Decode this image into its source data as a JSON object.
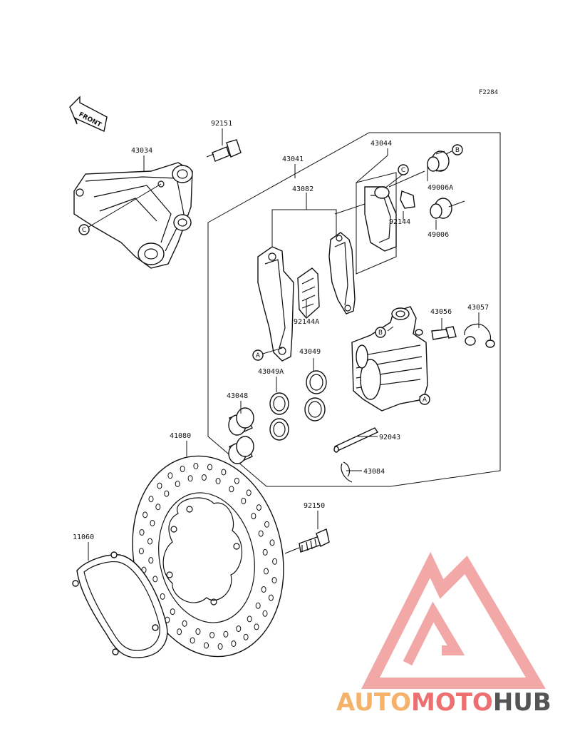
{
  "figure_code": "F2284",
  "front_label": "FRONT",
  "parts": {
    "p92151": "92151",
    "p43034": "43034",
    "p43041": "43041",
    "p43082": "43082",
    "p43044": "43044",
    "p49006A": "49006A",
    "p92144": "92144",
    "p49006": "49006",
    "p92144A": "92144A",
    "p43056": "43056",
    "p43057": "43057",
    "p43049": "43049",
    "p43049A": "43049A",
    "p43048": "43048",
    "p92043": "92043",
    "p43084": "43084",
    "p41080": "41080",
    "p92150": "92150",
    "p11060": "11060"
  },
  "refs": {
    "a": "A",
    "b": "B",
    "c": "C"
  },
  "watermark": {
    "part1": "AUTO",
    "part2": "MOTO",
    "part3": "HUB",
    "color_orange": "#f4b26a",
    "color_red": "#ee6f6f",
    "color_gray": "#555555",
    "logo_color": "#f29a9a"
  }
}
